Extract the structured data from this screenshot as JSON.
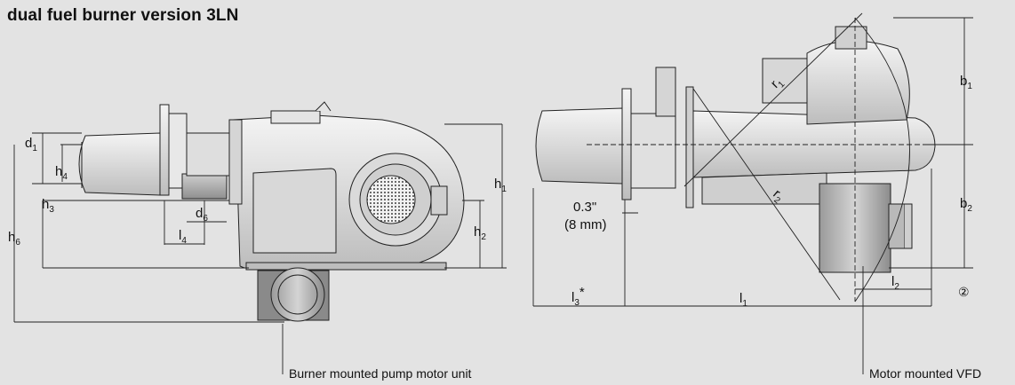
{
  "title": "dual fuel burner version 3LN",
  "labels": {
    "d1": {
      "base": "d",
      "sub": "1"
    },
    "h4": {
      "base": "h",
      "sub": "4"
    },
    "h3": {
      "base": "h",
      "sub": "3"
    },
    "h6": {
      "base": "h",
      "sub": "6"
    },
    "d6": {
      "base": "d",
      "sub": "6"
    },
    "l4": {
      "base": "l",
      "sub": "4"
    },
    "h1": {
      "base": "h",
      "sub": "1"
    },
    "h2": {
      "base": "h",
      "sub": "2"
    },
    "b1": {
      "base": "b",
      "sub": "1"
    },
    "b2": {
      "base": "b",
      "sub": "2"
    },
    "l1": {
      "base": "l",
      "sub": "1"
    },
    "l2": {
      "base": "l",
      "sub": "2"
    },
    "l3": {
      "base": "l",
      "sub": "3",
      "suffix": "*"
    },
    "r1": {
      "base": "r",
      "sub": "1"
    },
    "r2": {
      "base": "r",
      "sub": "2"
    }
  },
  "gap_inch": "0.3\"",
  "gap_mm": "(8 mm)",
  "circled_note": "②",
  "callouts": {
    "pump": "Burner mounted pump motor unit",
    "vfd": "Motor mounted VFD"
  }
}
